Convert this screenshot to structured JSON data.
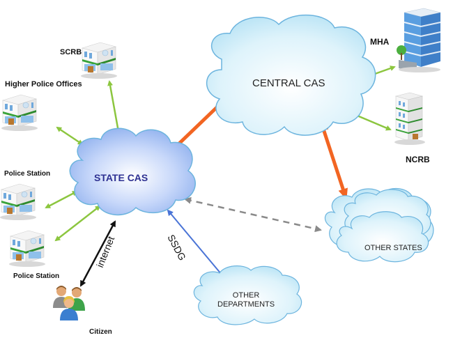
{
  "nodes": {
    "scrb": {
      "label": "SCRB"
    },
    "higher_police": {
      "label": "Higher Police Offices"
    },
    "police_station_1": {
      "label": "Police Station"
    },
    "police_station_2": {
      "label": "Police Station"
    },
    "citizen": {
      "label": "Citizen"
    },
    "state_cas": {
      "label": "STATE CAS"
    },
    "central_cas": {
      "label": "CENTRAL CAS"
    },
    "mha": {
      "label": "MHA"
    },
    "ncrb": {
      "label": "NCRB"
    },
    "other_states": {
      "label": "OTHER STATES"
    },
    "other_departments": {
      "label_line1": "OTHER",
      "label_line2": "DEPARTMENTS"
    }
  },
  "edges": {
    "internet": {
      "label": "internet"
    },
    "ssdg": {
      "label": "SSDG"
    }
  },
  "colors": {
    "green_link": "#8cc63f",
    "orange_link": "#f26522",
    "blue_link": "#4a74d6",
    "dashed_link": "#8a8a8a",
    "internet_link": "#111111",
    "state_cloud": "#a8c4f4",
    "light_cloud": "#d6f0fa",
    "cloud_stroke": "#6cb4de",
    "state_text": "#2e3192"
  }
}
